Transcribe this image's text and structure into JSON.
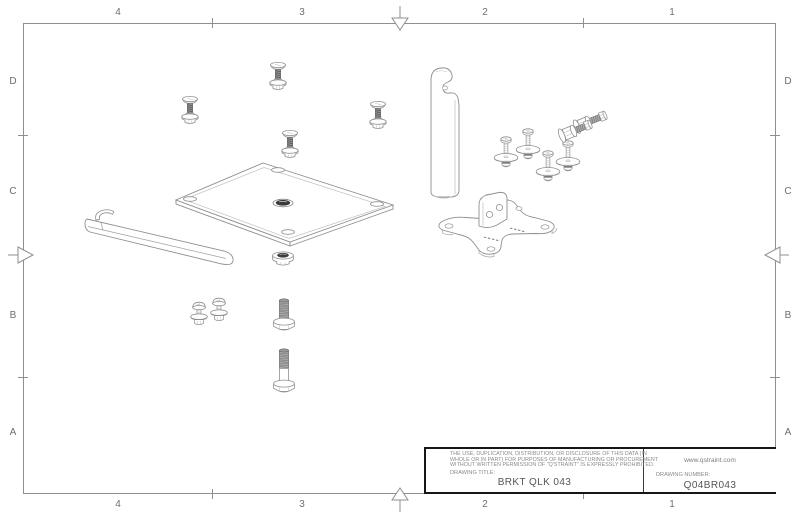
{
  "sheet": {
    "zone_columns": [
      "4",
      "3",
      "2",
      "1"
    ],
    "zone_rows": [
      "D",
      "C",
      "B",
      "A"
    ]
  },
  "title_block": {
    "disclaimer_lines": [
      "THE USE, DUPLICATION, DISTRIBUTION, OR DISCLOSURE OF THIS DATA (IN",
      "WHOLE OR IN PART) FOR PURPOSES OF MANUFACTURING OR PROCUREMENT",
      "WITHOUT WRITTEN PERMISSION OF \"Q'STRAINT\" IS EXPRESSLY PROHIBITED."
    ],
    "drawing_title_label": "DRAWING TITLE:",
    "drawing_title": "BRKT QLK 043",
    "website": "www.qstraint.com",
    "drawing_number_label": "DRAWING NUMBER:",
    "drawing_number": "Q04BR043"
  },
  "colors": {
    "line_gray": "#8f8f8f",
    "light_gray": "#b5b5b5",
    "dark_fill": "#5f5f5f",
    "frame_black": "#161616",
    "text_gray": "#8a8a8a"
  },
  "parts": [
    "flat-strap",
    "mounting-plate",
    "flange-nut",
    "flat-head-screw-assembly",
    "hook-bracket",
    "qlk-base-bracket",
    "fender-washer-screw-assembly",
    "short-hex-bolt-assembly",
    "button-head-screw-assembly",
    "hex-bolt-fully-threaded",
    "hex-bolt-partially-threaded"
  ]
}
